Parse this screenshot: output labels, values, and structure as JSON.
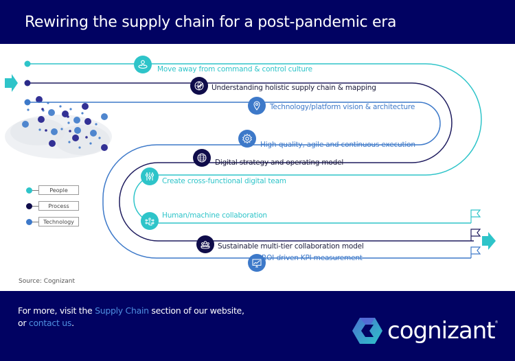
{
  "header": {
    "title": "Rewiring the supply chain for a post-pandemic era"
  },
  "colors": {
    "brand_navy": "#010262",
    "people": "#2ec4c9",
    "process": "#1e1b5e",
    "technology": "#3d79c9",
    "link": "#4f8fe0"
  },
  "diagram": {
    "start_arrow_icon": "arrow-right-icon",
    "end_arrow_icon": "arrow-right-icon",
    "milestones": [
      {
        "label": "Move away from command & control culture",
        "track": "People",
        "icon": "person-on-platform-icon"
      },
      {
        "label": "Understanding holistic supply chain & mapping",
        "track": "Process",
        "icon": "globe-plane-icon"
      },
      {
        "label": "Technology/platform vision & architecture",
        "track": "Technology",
        "icon": "location-pin-icon"
      },
      {
        "label": "High-quality, agile and continuous execution",
        "track": "Technology",
        "icon": "gear-icon"
      },
      {
        "label": "Digital strategy and operating model",
        "track": "Process",
        "icon": "globe-network-icon"
      },
      {
        "label": "Create cross-functional digital team",
        "track": "People",
        "icon": "sliders-icon"
      },
      {
        "label": "Human/machine collaboration",
        "track": "People",
        "icon": "touch-network-icon"
      },
      {
        "label": "Sustainable multi-tier collaboration model",
        "track": "Process",
        "icon": "group-icon"
      },
      {
        "label": "ROI-driven KPI measurement",
        "track": "Technology",
        "icon": "monitor-chart-icon"
      }
    ],
    "end_markers": [
      "flag-icon",
      "flag-icon",
      "flag-icon"
    ]
  },
  "legend": {
    "items": [
      {
        "label": "People",
        "color": "#2ec4c9"
      },
      {
        "label": "Process",
        "color": "#0f0c4a"
      },
      {
        "label": "Technology",
        "color": "#3d79c9"
      }
    ]
  },
  "source": "Source: Cognizant",
  "footer": {
    "text_1": "For more, visit the ",
    "link_1": "Supply Chain",
    "text_2": " section of our website,",
    "text_3": "or ",
    "link_2": "contact us",
    "text_4": ".",
    "logo_text": "cognizant",
    "logo_mark": "®"
  }
}
